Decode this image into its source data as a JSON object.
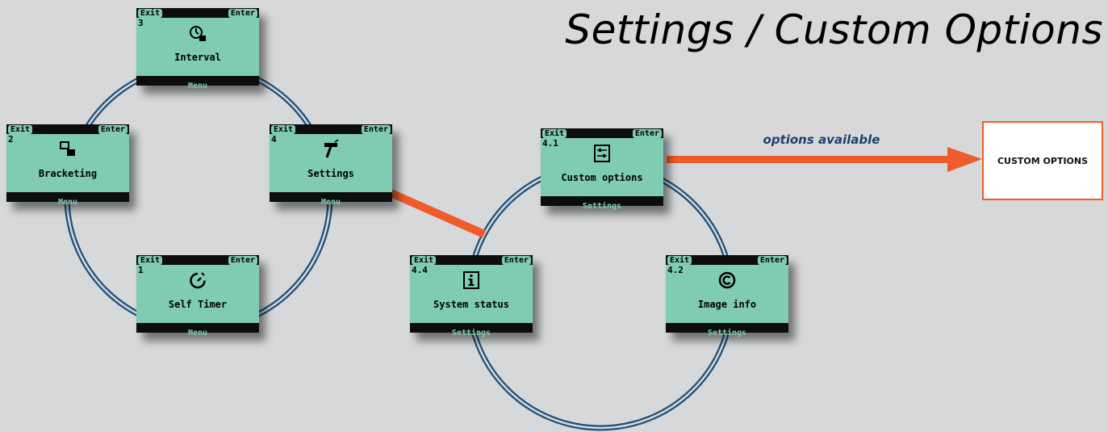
{
  "title": "Settings / Custom Options",
  "arrow_label": "options available",
  "target_box": "CUSTOM OPTIONS",
  "colors": {
    "lcd": "#7fccb0",
    "ring": "#1d4f7a",
    "arrow": "#ef5b2a"
  },
  "screens": {
    "interval": {
      "exit": "Exit",
      "enter": "Enter",
      "number": "3",
      "icon": "interval-timer-icon",
      "label": "Interval",
      "footer": "Menu"
    },
    "bracketing": {
      "exit": "Exit",
      "enter": "Enter",
      "number": "2",
      "icon": "bracketing-icon",
      "label": "Bracketing",
      "footer": "Menu"
    },
    "settings": {
      "exit": "Exit",
      "enter": "Enter",
      "number": "4",
      "icon": "hammer-icon",
      "label": "Settings",
      "footer": "Menu"
    },
    "selftimer": {
      "exit": "Exit",
      "enter": "Enter",
      "number": "1",
      "icon": "stopwatch-icon",
      "label": "Self Timer",
      "footer": "Menu"
    },
    "customoptions": {
      "exit": "Exit",
      "enter": "Enter",
      "number": "4.1",
      "icon": "sliders-icon",
      "label": "Custom options",
      "footer": "Settings"
    },
    "systemstatus": {
      "exit": "Exit",
      "enter": "Enter",
      "number": "4.4",
      "icon": "info-icon",
      "label": "System status",
      "footer": "Settings"
    },
    "imageinfo": {
      "exit": "Exit",
      "enter": "Enter",
      "number": "4.2",
      "icon": "copyright-icon",
      "label": "Image info",
      "footer": "Settings"
    }
  }
}
